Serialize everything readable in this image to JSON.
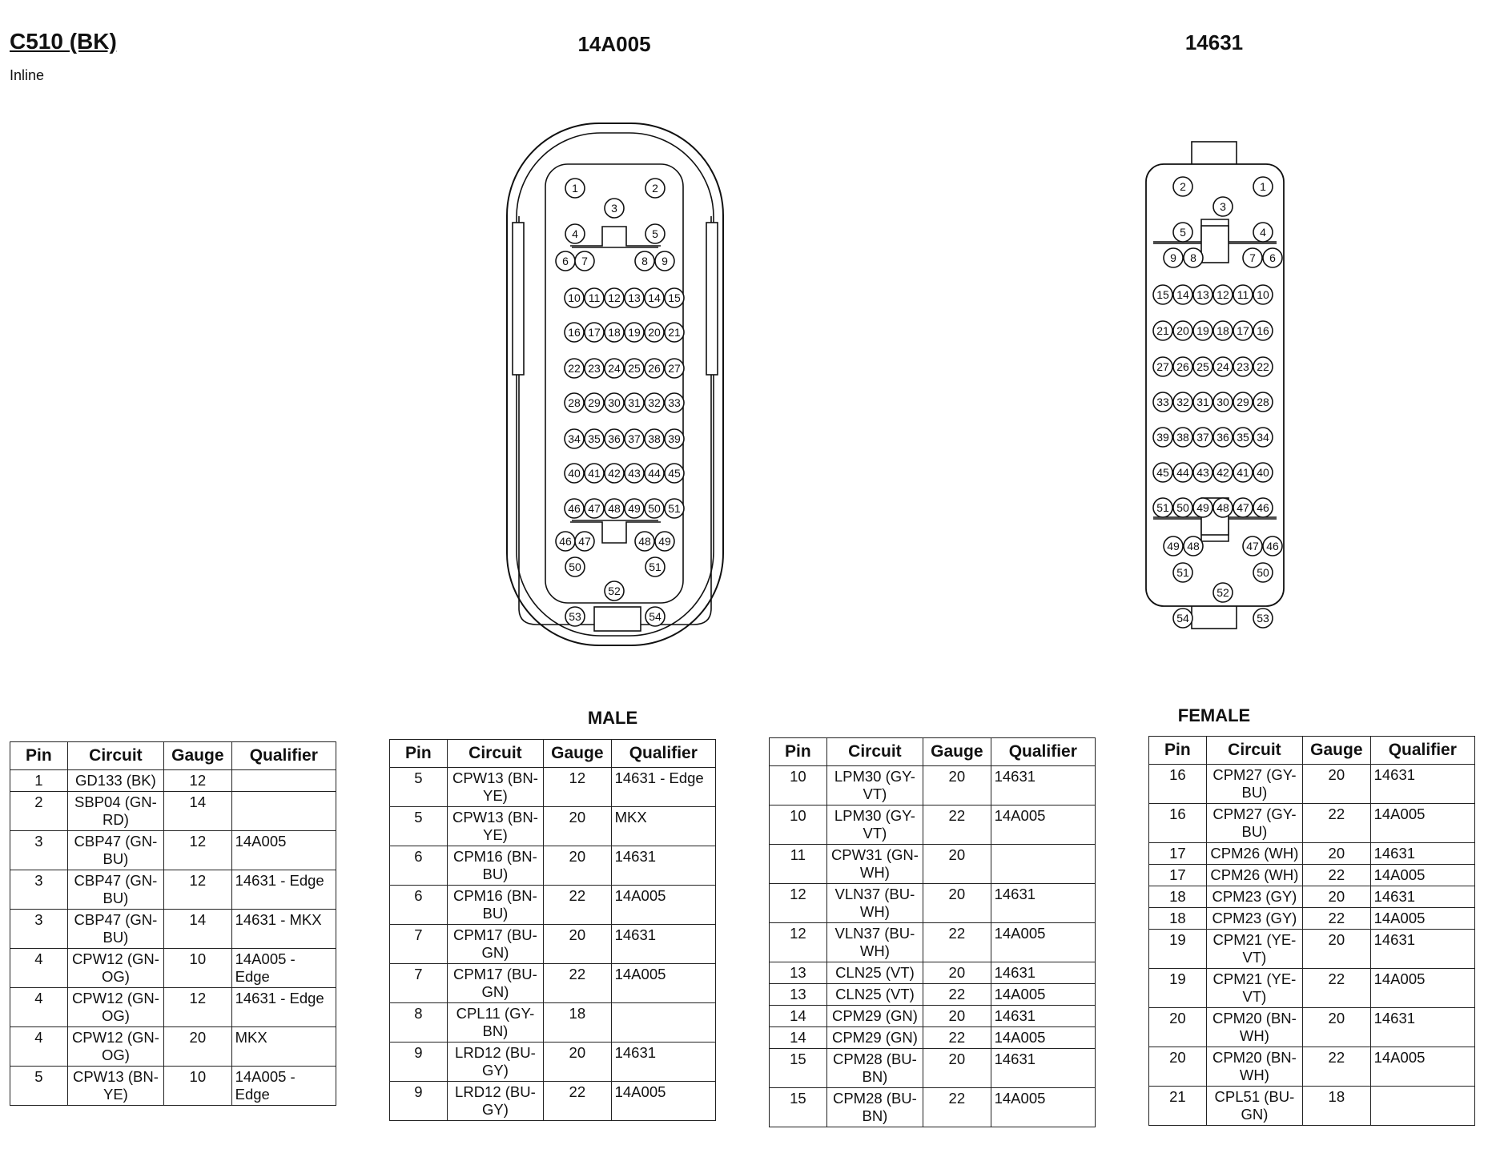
{
  "header": {
    "title": "C510 (BK)",
    "subtitle": "Inline"
  },
  "connectors": {
    "male": {
      "label": "14A005",
      "gender": "MALE"
    },
    "female": {
      "label": "14631",
      "gender": "FEMALE"
    }
  },
  "columns": {
    "pin": "Pin",
    "circuit": "Circuit",
    "gauge": "Gauge",
    "qualifier": "Qualifier"
  },
  "tables": [
    {
      "rows": [
        {
          "pin": "1",
          "circuit": "GD133 (BK)",
          "gauge": "12",
          "qualifier": ""
        },
        {
          "pin": "2",
          "circuit": "SBP04 (GN-RD)",
          "gauge": "14",
          "qualifier": ""
        },
        {
          "pin": "3",
          "circuit": "CBP47 (GN-BU)",
          "gauge": "12",
          "qualifier": "14A005"
        },
        {
          "pin": "3",
          "circuit": "CBP47 (GN-BU)",
          "gauge": "12",
          "qualifier": "14631 - Edge"
        },
        {
          "pin": "3",
          "circuit": "CBP47 (GN-BU)",
          "gauge": "14",
          "qualifier": "14631 - MKX"
        },
        {
          "pin": "4",
          "circuit": "CPW12 (GN-OG)",
          "gauge": "10",
          "qualifier": "14A005 - Edge"
        },
        {
          "pin": "4",
          "circuit": "CPW12 (GN-OG)",
          "gauge": "12",
          "qualifier": "14631 - Edge"
        },
        {
          "pin": "4",
          "circuit": "CPW12 (GN-OG)",
          "gauge": "20",
          "qualifier": "MKX"
        },
        {
          "pin": "5",
          "circuit": "CPW13 (BN-YE)",
          "gauge": "10",
          "qualifier": "14A005 - Edge"
        }
      ]
    },
    {
      "rows": [
        {
          "pin": "5",
          "circuit": "CPW13 (BN-YE)",
          "gauge": "12",
          "qualifier": "14631 - Edge"
        },
        {
          "pin": "5",
          "circuit": "CPW13 (BN-YE)",
          "gauge": "20",
          "qualifier": "MKX"
        },
        {
          "pin": "6",
          "circuit": "CPM16 (BN-BU)",
          "gauge": "20",
          "qualifier": "14631"
        },
        {
          "pin": "6",
          "circuit": "CPM16 (BN-BU)",
          "gauge": "22",
          "qualifier": "14A005"
        },
        {
          "pin": "7",
          "circuit": "CPM17 (BU-GN)",
          "gauge": "20",
          "qualifier": "14631"
        },
        {
          "pin": "7",
          "circuit": "CPM17 (BU-GN)",
          "gauge": "22",
          "qualifier": "14A005"
        },
        {
          "pin": "8",
          "circuit": "CPL11 (GY-BN)",
          "gauge": "18",
          "qualifier": ""
        },
        {
          "pin": "9",
          "circuit": "LRD12 (BU-GY)",
          "gauge": "20",
          "qualifier": "14631"
        },
        {
          "pin": "9",
          "circuit": "LRD12 (BU-GY)",
          "gauge": "22",
          "qualifier": "14A005"
        }
      ]
    },
    {
      "rows": [
        {
          "pin": "10",
          "circuit": "LPM30 (GY-VT)",
          "gauge": "20",
          "qualifier": "14631"
        },
        {
          "pin": "10",
          "circuit": "LPM30 (GY-VT)",
          "gauge": "22",
          "qualifier": "14A005"
        },
        {
          "pin": "11",
          "circuit": "CPW31 (GN-WH)",
          "gauge": "20",
          "qualifier": ""
        },
        {
          "pin": "12",
          "circuit": "VLN37 (BU-WH)",
          "gauge": "20",
          "qualifier": "14631"
        },
        {
          "pin": "12",
          "circuit": "VLN37 (BU-WH)",
          "gauge": "22",
          "qualifier": "14A005"
        },
        {
          "pin": "13",
          "circuit": "CLN25 (VT)",
          "gauge": "20",
          "qualifier": "14631"
        },
        {
          "pin": "13",
          "circuit": "CLN25 (VT)",
          "gauge": "22",
          "qualifier": "14A005"
        },
        {
          "pin": "14",
          "circuit": "CPM29 (GN)",
          "gauge": "20",
          "qualifier": "14631"
        },
        {
          "pin": "14",
          "circuit": "CPM29 (GN)",
          "gauge": "22",
          "qualifier": "14A005"
        },
        {
          "pin": "15",
          "circuit": "CPM28 (BU-BN)",
          "gauge": "20",
          "qualifier": "14631"
        },
        {
          "pin": "15",
          "circuit": "CPM28 (BU-BN)",
          "gauge": "22",
          "qualifier": "14A005"
        }
      ]
    },
    {
      "rows": [
        {
          "pin": "16",
          "circuit": "CPM27 (GY-BU)",
          "gauge": "20",
          "qualifier": "14631"
        },
        {
          "pin": "16",
          "circuit": "CPM27 (GY-BU)",
          "gauge": "22",
          "qualifier": "14A005"
        },
        {
          "pin": "17",
          "circuit": "CPM26 (WH)",
          "gauge": "20",
          "qualifier": "14631"
        },
        {
          "pin": "17",
          "circuit": "CPM26 (WH)",
          "gauge": "22",
          "qualifier": "14A005"
        },
        {
          "pin": "18",
          "circuit": "CPM23 (GY)",
          "gauge": "20",
          "qualifier": "14631"
        },
        {
          "pin": "18",
          "circuit": "CPM23 (GY)",
          "gauge": "22",
          "qualifier": "14A005"
        },
        {
          "pin": "19",
          "circuit": "CPM21 (YE-VT)",
          "gauge": "20",
          "qualifier": "14631"
        },
        {
          "pin": "19",
          "circuit": "CPM21 (YE-VT)",
          "gauge": "22",
          "qualifier": "14A005"
        },
        {
          "pin": "20",
          "circuit": "CPM20 (BN-WH)",
          "gauge": "20",
          "qualifier": "14631"
        },
        {
          "pin": "20",
          "circuit": "CPM20 (BN-WH)",
          "gauge": "22",
          "qualifier": "14A005"
        },
        {
          "pin": "21",
          "circuit": "CPL51 (BU-GN)",
          "gauge": "18",
          "qualifier": ""
        }
      ]
    }
  ]
}
